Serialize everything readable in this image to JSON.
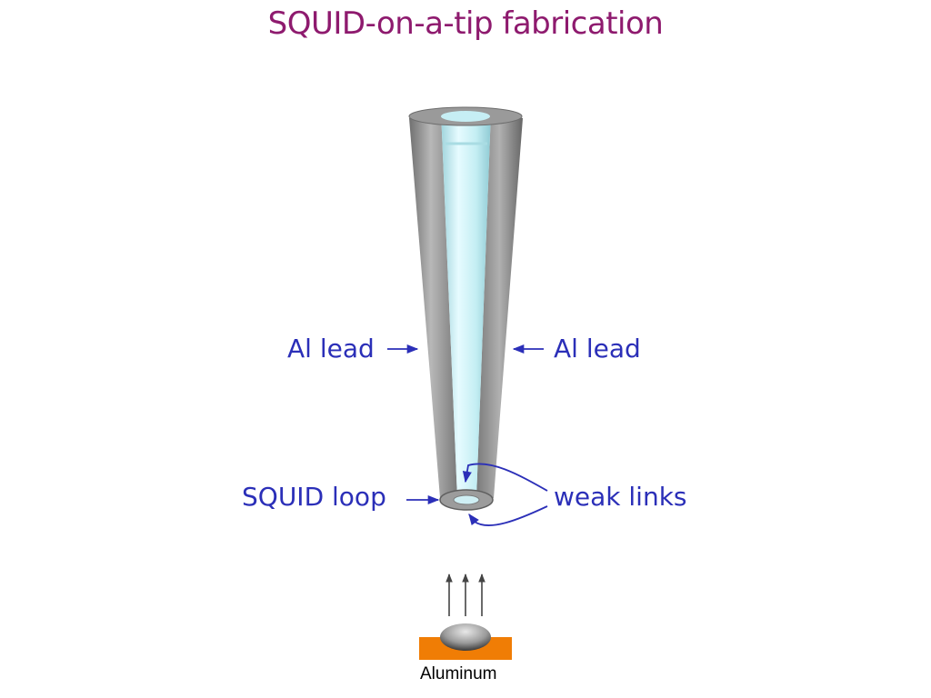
{
  "title": "SQUID-on-a-tip fabrication",
  "labels": {
    "left_lead": "Al lead",
    "right_lead": "Al lead",
    "squid_loop": "SQUID loop",
    "weak_links": "weak links",
    "source": "Aluminum"
  },
  "colors": {
    "title": "#8e1a6e",
    "label": "#2b2fb8",
    "arrow": "#2b2fb8",
    "source_block": "#f07d05",
    "tube_gray": "#8c8c8c",
    "tube_interior": "#bfe8ee"
  }
}
